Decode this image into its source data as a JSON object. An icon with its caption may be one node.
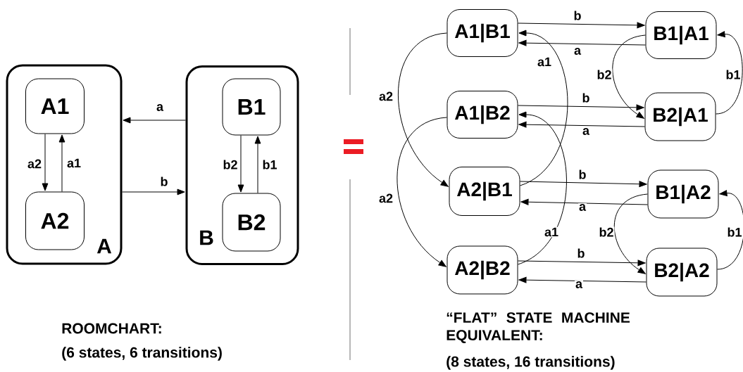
{
  "diagram": {
    "nodes": [
      {
        "text": [
          "A"
        ]
      },
      {
        "text": [
          "A1"
        ],
        "in": 0
      },
      {
        "text": [
          "A2"
        ],
        "in": 0
      },
      {
        "text": [
          "B"
        ]
      },
      {
        "text": [
          "B1"
        ],
        "in": 3
      },
      {
        "text": [
          "B2"
        ],
        "in": 3
      },
      {
        "text": [
          "A1|B1"
        ]
      },
      {
        "text": [
          "B1|A1"
        ]
      },
      {
        "text": [
          "A1|B2"
        ]
      },
      {
        "text": [
          "B2|A1"
        ]
      },
      {
        "text": [
          "A2|B1"
        ]
      },
      {
        "text": [
          "B1|A2"
        ]
      },
      {
        "text": [
          "A2|B2"
        ]
      },
      {
        "text": [
          "B2|A2"
        ]
      }
    ],
    "edges": [
      {
        "from": 1,
        "to": 2,
        "arrow": "to",
        "label": "a2"
      },
      {
        "from": 2,
        "to": 1,
        "arrow": "to",
        "label": "a1"
      },
      {
        "from": 3,
        "to": 0,
        "arrow": "to",
        "label": "a"
      },
      {
        "from": 0,
        "to": 3,
        "arrow": "to",
        "label": "b"
      },
      {
        "from": 4,
        "to": 5,
        "arrow": "to",
        "label": "b2"
      },
      {
        "from": 5,
        "to": 4,
        "arrow": "to",
        "label": "b1"
      },
      {
        "from": 6,
        "to": 7,
        "arrow": "to",
        "label": "b"
      },
      {
        "from": 7,
        "to": 6,
        "arrow": "to",
        "label": "a"
      },
      {
        "from": 6,
        "to": 10,
        "arrow": "to",
        "label": "a2"
      },
      {
        "from": 10,
        "to": 6,
        "arrow": "to",
        "label": "a1"
      },
      {
        "from": 8,
        "to": 9,
        "arrow": "to",
        "label": "b"
      },
      {
        "from": 9,
        "to": 8,
        "arrow": "to",
        "label": "a"
      },
      {
        "from": 7,
        "to": 9,
        "arrow": "to",
        "label": "b2"
      },
      {
        "from": 9,
        "to": 7,
        "arrow": "to",
        "label": "b1"
      },
      {
        "from": 8,
        "to": 12,
        "arrow": "to",
        "label": "a2"
      },
      {
        "from": 12,
        "to": 8,
        "arrow": "to",
        "label": "a1"
      },
      {
        "from": 10,
        "to": 11,
        "arrow": "to",
        "label": "b"
      },
      {
        "from": 11,
        "to": 10,
        "arrow": "to",
        "label": "a"
      },
      {
        "from": 12,
        "to": 13,
        "arrow": "to",
        "label": "b"
      },
      {
        "from": 13,
        "to": 12,
        "arrow": "to",
        "label": "a"
      },
      {
        "from": 11,
        "to": 13,
        "arrow": "to",
        "label": "b2"
      },
      {
        "from": 13,
        "to": 11,
        "arrow": "to",
        "label": "b1"
      }
    ],
    "labels": [
      "ROOMCHART:",
      "(6 states, 6 transitions)",
      "“FLAT” STATE MACHINE EQUIVALENT:",
      "(8 states, 16 transitions)"
    ]
  }
}
